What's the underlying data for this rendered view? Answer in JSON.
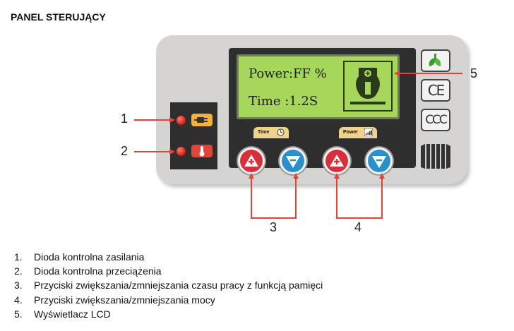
{
  "title": "PANEL STERUJĄCY",
  "lcd": {
    "line1": "Power:FF %",
    "line2": "Time :1.2S"
  },
  "tags": {
    "time": "Time",
    "power": "Power"
  },
  "callouts": {
    "c1": "1",
    "c2": "2",
    "c3": "3",
    "c4": "4",
    "c5": "5"
  },
  "certifications": {
    "ce": "CE",
    "ccc": "CCC"
  },
  "legend": [
    {
      "num": "1.",
      "text": "Dioda kontrolna zasilania"
    },
    {
      "num": "2.",
      "text": "Dioda kontrolna przeciążenia"
    },
    {
      "num": "3.",
      "text": "Przyciski zwiększania/zmniejszania czasu pracy z funkcją pamięci"
    },
    {
      "num": "4.",
      "text": "Przyciski zwiększania/zmniejszania mocy"
    },
    {
      "num": "5.",
      "text": "Wyświetlacz LCD"
    }
  ],
  "colors": {
    "panel": "#d5d4d2",
    "lcd": "#a6d75a",
    "button_up": "#d8303a",
    "button_down": "#2b8fcc",
    "callout_line": "#e0453a"
  },
  "icons": {
    "power_led_icon": "plug-icon",
    "overload_led_icon": "thermometer-icon",
    "lcd_icon": "welding-tool-icon",
    "time_tag_icon": "clock-icon",
    "power_tag_icon": "signal-bars-icon",
    "eco_cert": "plug-leaf-icon",
    "grill_cert": "ventilation-grill-icon"
  }
}
